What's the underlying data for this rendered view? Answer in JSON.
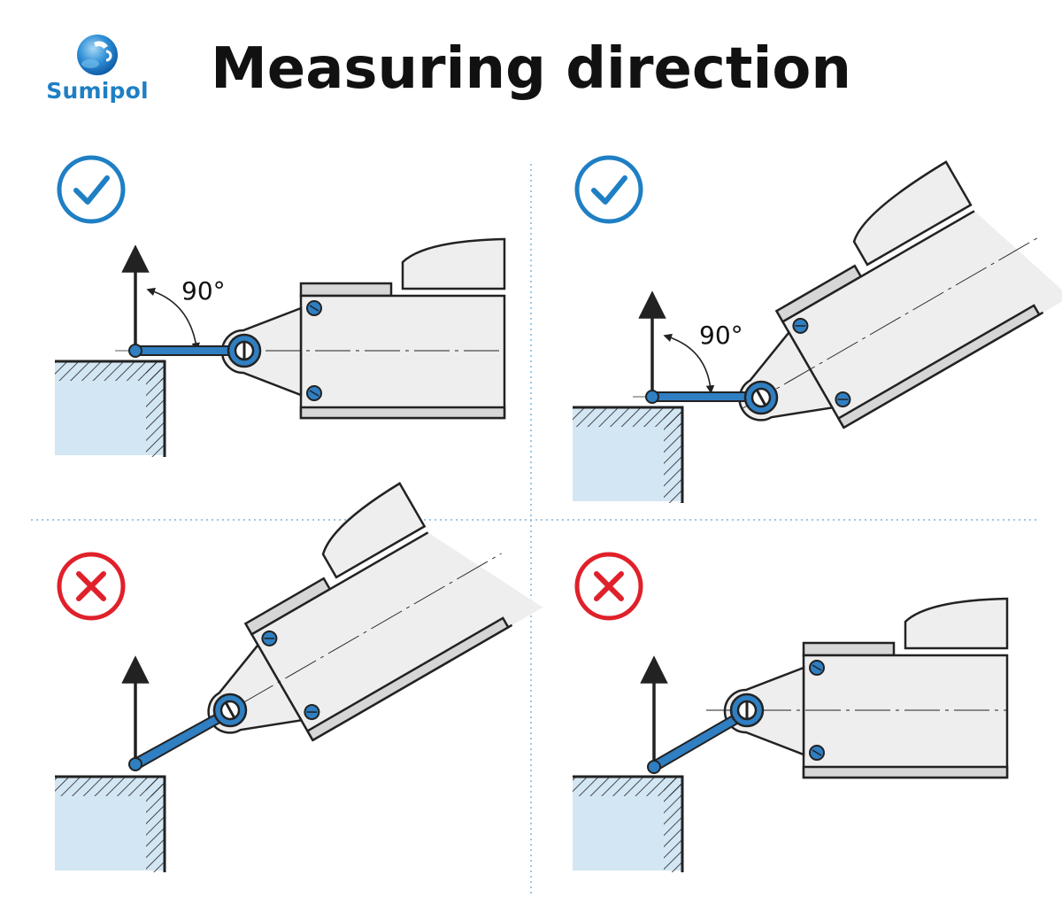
{
  "brand": {
    "name": "Sumipol",
    "color": "#1f7fc4"
  },
  "title": "Measuring direction",
  "colors": {
    "correct": "#1f7fc4",
    "incorrect": "#e0202a",
    "workpiece_fill": "#d3e6f4",
    "probe": "#2f7fc2",
    "body_fill": "#eeeeee",
    "stroke": "#222222"
  },
  "panels": [
    {
      "status": "correct",
      "icon": "check-icon",
      "angle_label": "90°"
    },
    {
      "status": "correct",
      "icon": "check-icon",
      "angle_label": "90°"
    },
    {
      "status": "incorrect",
      "icon": "cross-icon"
    },
    {
      "status": "incorrect",
      "icon": "cross-icon"
    }
  ]
}
